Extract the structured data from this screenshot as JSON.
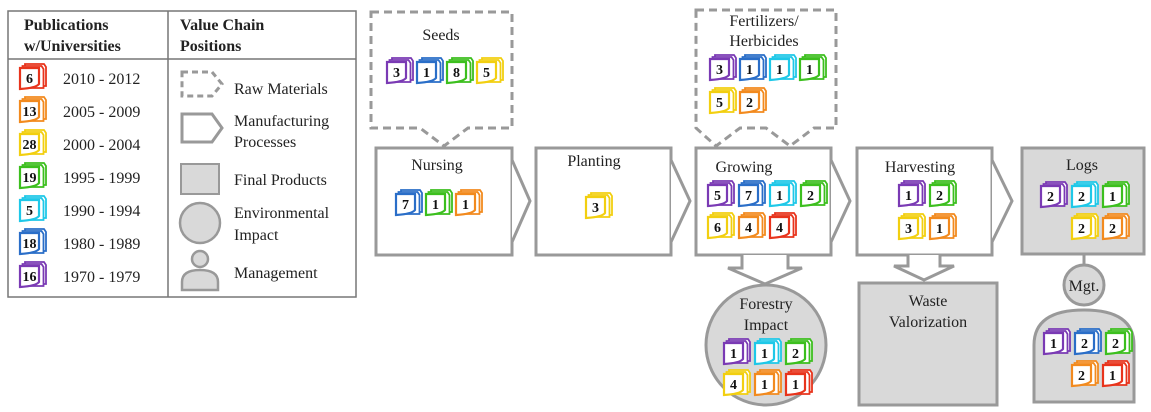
{
  "legend": {
    "pub_header_line1": "Publications",
    "pub_header_line2": "w/Universities",
    "pos_header_line1": "Value Chain",
    "pos_header_line2": "Positions",
    "periods": [
      {
        "count": "6",
        "label": "2010 - 2012",
        "color": "#e8341c"
      },
      {
        "count": "13",
        "label": "2005 - 2009",
        "color": "#f28a1e"
      },
      {
        "count": "28",
        "label": "2000 - 2004",
        "color": "#f2cf10"
      },
      {
        "count": "19",
        "label": "1995 - 1999",
        "color": "#3cbf1e"
      },
      {
        "count": "5",
        "label": "1990 - 1994",
        "color": "#1ec8e8"
      },
      {
        "count": "18",
        "label": "1980 - 1989",
        "color": "#2a6ec8"
      },
      {
        "count": "16",
        "label": "1970 - 1979",
        "color": "#7a3ab4"
      }
    ],
    "positions": {
      "raw_line1": "Raw Materials",
      "mfg_line1": "Manufacturing",
      "mfg_line2": "Processes",
      "final_line1": "Final Products",
      "env_line1": "Environmental",
      "env_line2": "Impact",
      "mgmt_line1": "Management"
    }
  },
  "chain": {
    "seeds": {
      "title": "Seeds",
      "badges": [
        {
          "n": "3",
          "c": "#7a3ab4"
        },
        {
          "n": "1",
          "c": "#2a6ec8"
        },
        {
          "n": "8",
          "c": "#3cbf1e"
        },
        {
          "n": "5",
          "c": "#f2cf10"
        }
      ]
    },
    "fertilizers": {
      "title1": "Fertilizers/",
      "title2": "Herbicides",
      "row1": [
        {
          "n": "3",
          "c": "#7a3ab4"
        },
        {
          "n": "1",
          "c": "#2a6ec8"
        },
        {
          "n": "1",
          "c": "#1ec8e8"
        },
        {
          "n": "1",
          "c": "#3cbf1e"
        }
      ],
      "row2": [
        {
          "n": "5",
          "c": "#f2cf10"
        },
        {
          "n": "2",
          "c": "#f28a1e"
        }
      ]
    },
    "nursing": {
      "title": "Nursing",
      "badges": [
        {
          "n": "7",
          "c": "#2a6ec8"
        },
        {
          "n": "1",
          "c": "#3cbf1e"
        },
        {
          "n": "1",
          "c": "#f28a1e"
        }
      ]
    },
    "planting": {
      "title": "Planting",
      "badges": [
        {
          "n": "3",
          "c": "#f2cf10"
        }
      ]
    },
    "growing": {
      "title": "Growing",
      "row1": [
        {
          "n": "5",
          "c": "#7a3ab4"
        },
        {
          "n": "7",
          "c": "#2a6ec8"
        },
        {
          "n": "1",
          "c": "#1ec8e8"
        },
        {
          "n": "2",
          "c": "#3cbf1e"
        }
      ],
      "row2": [
        {
          "n": "6",
          "c": "#f2cf10"
        },
        {
          "n": "4",
          "c": "#f28a1e"
        },
        {
          "n": "4",
          "c": "#e8341c"
        }
      ]
    },
    "harvesting": {
      "title": "Harvesting",
      "row1": [
        {
          "n": "1",
          "c": "#7a3ab4"
        },
        {
          "n": "2",
          "c": "#3cbf1e"
        }
      ],
      "row2": [
        {
          "n": "3",
          "c": "#f2cf10"
        },
        {
          "n": "1",
          "c": "#f28a1e"
        }
      ]
    },
    "logs": {
      "title": "Logs",
      "row1": [
        {
          "n": "2",
          "c": "#7a3ab4"
        },
        {
          "n": "2",
          "c": "#1ec8e8"
        },
        {
          "n": "1",
          "c": "#3cbf1e"
        }
      ],
      "row2": [
        {
          "n": "2",
          "c": "#f2cf10"
        },
        {
          "n": "2",
          "c": "#f28a1e"
        }
      ]
    },
    "forestry": {
      "title1": "Forestry",
      "title2": "Impact",
      "row1": [
        {
          "n": "1",
          "c": "#7a3ab4"
        },
        {
          "n": "1",
          "c": "#1ec8e8"
        },
        {
          "n": "2",
          "c": "#3cbf1e"
        }
      ],
      "row2": [
        {
          "n": "4",
          "c": "#f2cf10"
        },
        {
          "n": "1",
          "c": "#f28a1e"
        },
        {
          "n": "1",
          "c": "#e8341c"
        }
      ]
    },
    "waste": {
      "title1": "Waste",
      "title2": "Valorization"
    },
    "management": {
      "title": "Mgt.",
      "row1": [
        {
          "n": "1",
          "c": "#7a3ab4"
        },
        {
          "n": "2",
          "c": "#2a6ec8"
        },
        {
          "n": "2",
          "c": "#3cbf1e"
        }
      ],
      "row2": [
        {
          "n": "2",
          "c": "#f28a1e"
        },
        {
          "n": "1",
          "c": "#e8341c"
        }
      ]
    }
  }
}
